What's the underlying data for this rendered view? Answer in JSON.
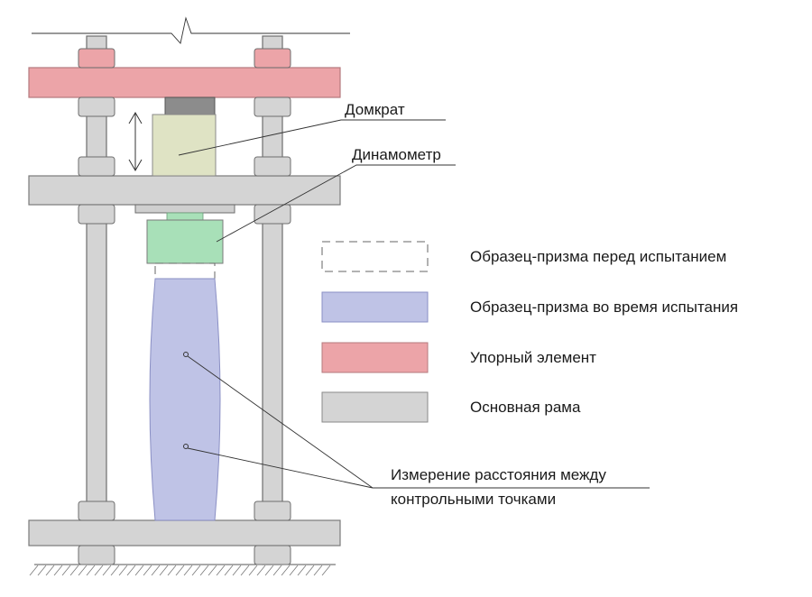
{
  "labels": {
    "jack": "Домкрат",
    "dynamometer": "Динамометр",
    "measurement_line1": "Измерение расстояния между",
    "measurement_line2": "контрольными точками"
  },
  "legend": [
    {
      "label": "Образец-призма перед испытанием",
      "style": "dashed",
      "fill": "#ffffff",
      "stroke": "#666666"
    },
    {
      "label": "Образец-призма во время испытания",
      "style": "solid",
      "fill": "#bfc3e6",
      "stroke": "#8a8fc4"
    },
    {
      "label": "Упорный элемент",
      "style": "solid",
      "fill": "#eca4a8",
      "stroke": "#b57a7e"
    },
    {
      "label": "Основная рама",
      "style": "solid",
      "fill": "#d4d4d4",
      "stroke": "#8a8a8a"
    }
  ],
  "colors": {
    "frame": "#d4d4d4",
    "stop_element": "#eca4a8",
    "jack": "#dfe3c4",
    "jack_piston": "#8c8c8c",
    "dynamometer": "#a8e0b8",
    "specimen": "#bfc3e6"
  }
}
